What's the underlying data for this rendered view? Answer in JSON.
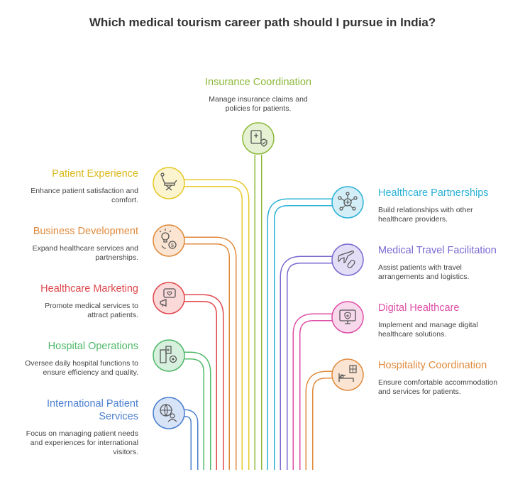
{
  "title": "Which medical tourism career path should I pursue in India?",
  "paths": {
    "insurance": {
      "heading": "Insurance Coordination",
      "description": "Manage insurance claims and policies for patients.",
      "icon": "insurance-document-icon",
      "color": "#8cb83a",
      "fill": "#e6f1d3"
    },
    "patient_experience": {
      "heading": "Patient Experience",
      "description": "Enhance patient satisfaction and comfort.",
      "icon": "stretcher-icon",
      "color": "#e7c82b",
      "fill": "#fbf4cf"
    },
    "business_development": {
      "heading": "Business Development",
      "description": "Expand healthcare services and partnerships.",
      "icon": "growth-idea-icon",
      "color": "#e08a3c",
      "fill": "#fbe5d2"
    },
    "healthcare_marketing": {
      "heading": "Healthcare Marketing",
      "description": "Promote medical services to attract patients.",
      "icon": "megaphone-heart-icon",
      "color": "#e0474c",
      "fill": "#fbd9d9"
    },
    "hospital_operations": {
      "heading": "Hospital Operations",
      "description": "Oversee daily hospital functions to ensure efficiency and quality.",
      "icon": "hospital-gear-icon",
      "color": "#4fb86a",
      "fill": "#d7f0dd"
    },
    "international_patient": {
      "heading": "International Patient Services",
      "description": "Focus on managing patient needs and experiences for international visitors.",
      "icon": "globe-person-icon",
      "color": "#4a7fcf",
      "fill": "#d7e3f6"
    },
    "healthcare_partnerships": {
      "heading": "Healthcare Partnerships",
      "description": "Build relationships with other healthcare providers.",
      "icon": "network-medical-icon",
      "color": "#2ab0d6",
      "fill": "#d3eef7"
    },
    "medical_travel": {
      "heading": "Medical Travel Facilitation",
      "description": "Assist patients with travel arrangements and logistics.",
      "icon": "airplane-pill-icon",
      "color": "#7a68d1",
      "fill": "#e3def6"
    },
    "digital_healthcare": {
      "heading": "Digital Healthcare",
      "description": "Implement and manage digital healthcare solutions.",
      "icon": "monitor-shield-icon",
      "color": "#de4ea6",
      "fill": "#f8d9ec"
    },
    "hospitality": {
      "heading": "Hospitality Coordination",
      "description": "Ensure comfortable accommodation and services for patients.",
      "icon": "bed-building-icon",
      "color": "#e08a3c",
      "fill": "#fbe5d2"
    }
  }
}
